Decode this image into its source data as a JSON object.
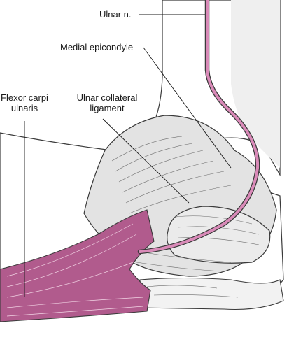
{
  "labels": {
    "ulnar_nerve": "Ulnar n.",
    "medial_epicondyle": "Medial epicondyle",
    "flexor_carpi_ulnaris_line1": "Flexor carpi",
    "flexor_carpi_ulnaris_line2": "ulnaris",
    "ulnar_collateral_ligament_line1": "Ulnar collateral",
    "ulnar_collateral_ligament_line2": "ligament"
  },
  "colors": {
    "nerve": "#d98ab8",
    "muscle": "#b15b8d",
    "bone_shade": "#e6e6e6",
    "outline": "#3a3a3a"
  }
}
